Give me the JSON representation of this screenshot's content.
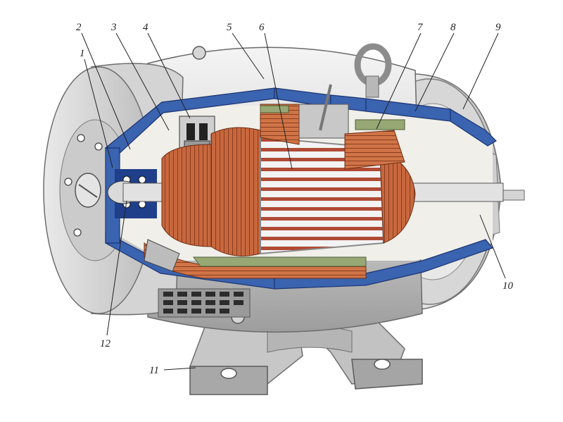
{
  "figure": {
    "labels": [
      {
        "id": "1",
        "text": "1"
      },
      {
        "id": "2",
        "text": "2"
      },
      {
        "id": "3",
        "text": "3"
      },
      {
        "id": "4",
        "text": "4"
      },
      {
        "id": "5",
        "text": "5"
      },
      {
        "id": "6",
        "text": "6"
      },
      {
        "id": "7",
        "text": "7"
      },
      {
        "id": "8",
        "text": "8"
      },
      {
        "id": "9",
        "text": "9"
      },
      {
        "id": "10",
        "text": "10"
      },
      {
        "id": "11",
        "text": "11"
      },
      {
        "id": "12",
        "text": "12"
      }
    ]
  },
  "colors": {
    "housing": "#dcdcdc",
    "cutaway_frame": "#3a63b0",
    "copper_winding": "#c8673e",
    "insulation": "#97a875"
  }
}
